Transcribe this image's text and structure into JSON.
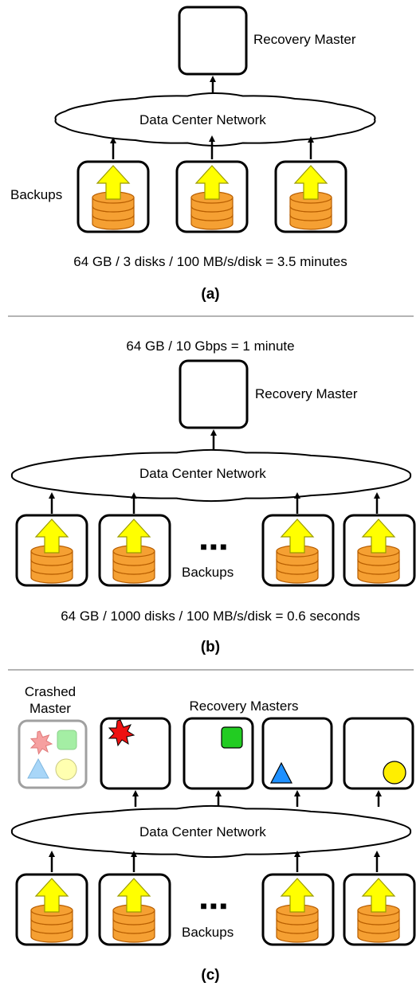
{
  "panel_a": {
    "recovery_master_label": "Recovery Master",
    "network_label": "Data Center Network",
    "backups_label": "Backups",
    "formula": "64 GB / 3 disks / 100 MB/s/disk = 3.5 minutes",
    "caption": "(a)"
  },
  "panel_b": {
    "top_formula": "64 GB / 10 Gbps = 1 minute",
    "recovery_master_label": "Recovery Master",
    "network_label": "Data Center Network",
    "ellipsis": "■  ■  ■",
    "backups_label": "Backups",
    "formula": "64 GB / 1000 disks / 100 MB/s/disk = 0.6 seconds",
    "caption": "(b)"
  },
  "panel_c": {
    "crashed_master_line1": "Crashed",
    "crashed_master_line2": "Master",
    "recovery_masters_label": "Recovery Masters",
    "network_label": "Data Center Network",
    "ellipsis": "■  ■  ■",
    "backups_label": "Backups",
    "caption": "(c)"
  },
  "colors": {
    "disk_fill": "#f5a033",
    "disk_stroke": "#b85e00",
    "upload_arrow_fill": "#ffff00",
    "upload_arrow_stroke": "#9a9a00",
    "star_red": "#ee1111",
    "square_green": "#22cc22",
    "triangle_blue": "#1e90ff",
    "circle_yellow": "#ffee00",
    "crashed_frame": "#a0a0a0"
  },
  "icons": [
    "upload-arrow-icon",
    "disk-stack-icon",
    "star-icon",
    "square-icon",
    "triangle-icon",
    "circle-icon"
  ]
}
